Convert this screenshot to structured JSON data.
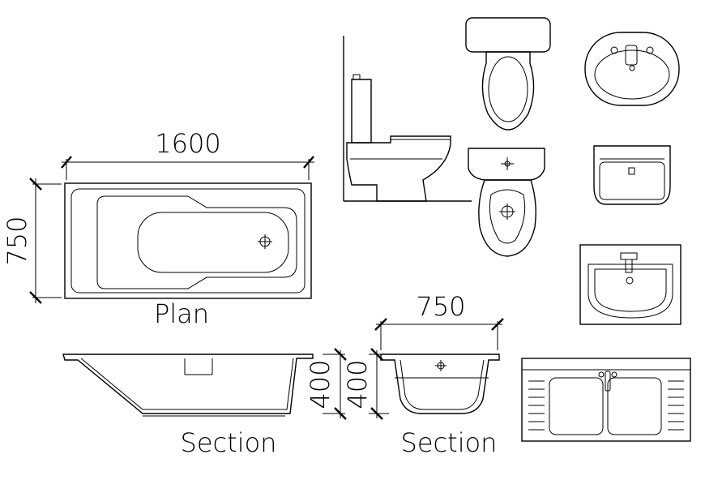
{
  "labels": {
    "bathtub_length": "1600",
    "bathtub_width": "750",
    "plan_caption": "Plan",
    "section_width": "750",
    "section_height_left": "400",
    "section_height_right": "400",
    "section_caption_left": "Section",
    "section_caption_right": "Section"
  },
  "colors": {
    "line": "#000000",
    "background": "#ffffff"
  }
}
